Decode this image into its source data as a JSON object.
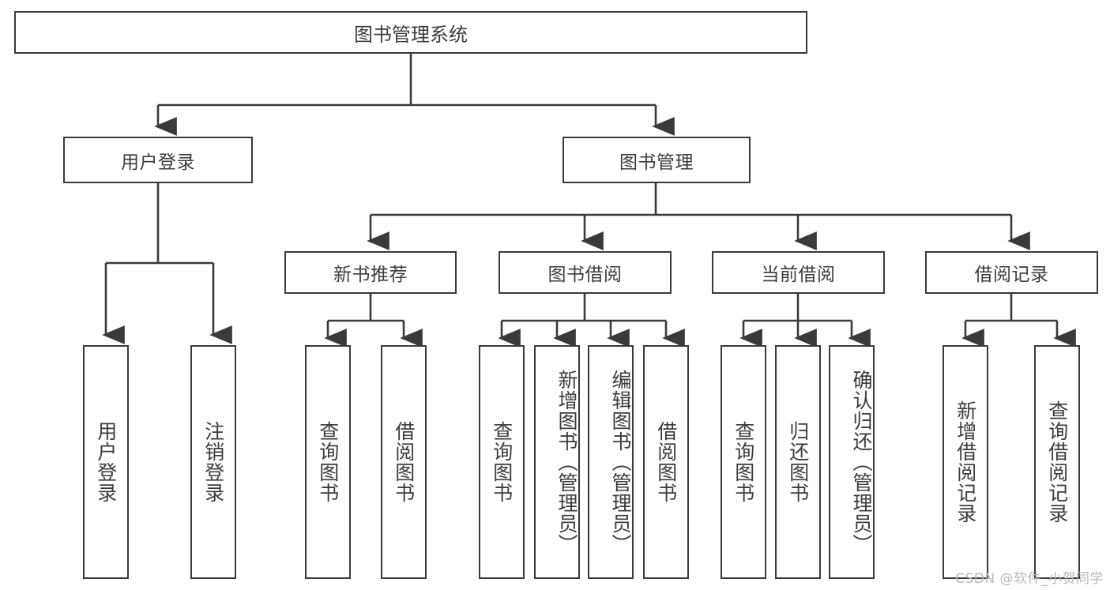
{
  "diagram": {
    "title": "图书管理系统",
    "watermark": "CSDN @软件_小贺同学",
    "root": {
      "label": "图书管理系统"
    },
    "level2": [
      {
        "label": "用户登录"
      },
      {
        "label": "图书管理"
      }
    ],
    "level3": [
      {
        "label": "新书推荐"
      },
      {
        "label": "图书借阅"
      },
      {
        "label": "当前借阅"
      },
      {
        "label": "借阅记录"
      }
    ],
    "leaves": {
      "user_login": [
        {
          "label": "用户登录"
        },
        {
          "label": "注销登录"
        }
      ],
      "new_book_recommend": [
        {
          "label": "查询图书"
        },
        {
          "label": "借阅图书"
        }
      ],
      "book_borrow": [
        {
          "label": "查询图书"
        },
        {
          "label": "新增图书（管理员）"
        },
        {
          "label": "编辑图书（管理员）"
        },
        {
          "label": "借阅图书"
        }
      ],
      "current_borrow": [
        {
          "label": "查询图书"
        },
        {
          "label": "归还图书"
        },
        {
          "label": "确认归还（管理员）"
        }
      ],
      "borrow_record": [
        {
          "label": "新增借阅记录"
        },
        {
          "label": "查询借阅记录"
        }
      ]
    },
    "colors": {
      "stroke": "#3a3a3a",
      "text": "#3c3c3c",
      "background": "#ffffff",
      "watermark": "#b9b9b9"
    }
  }
}
